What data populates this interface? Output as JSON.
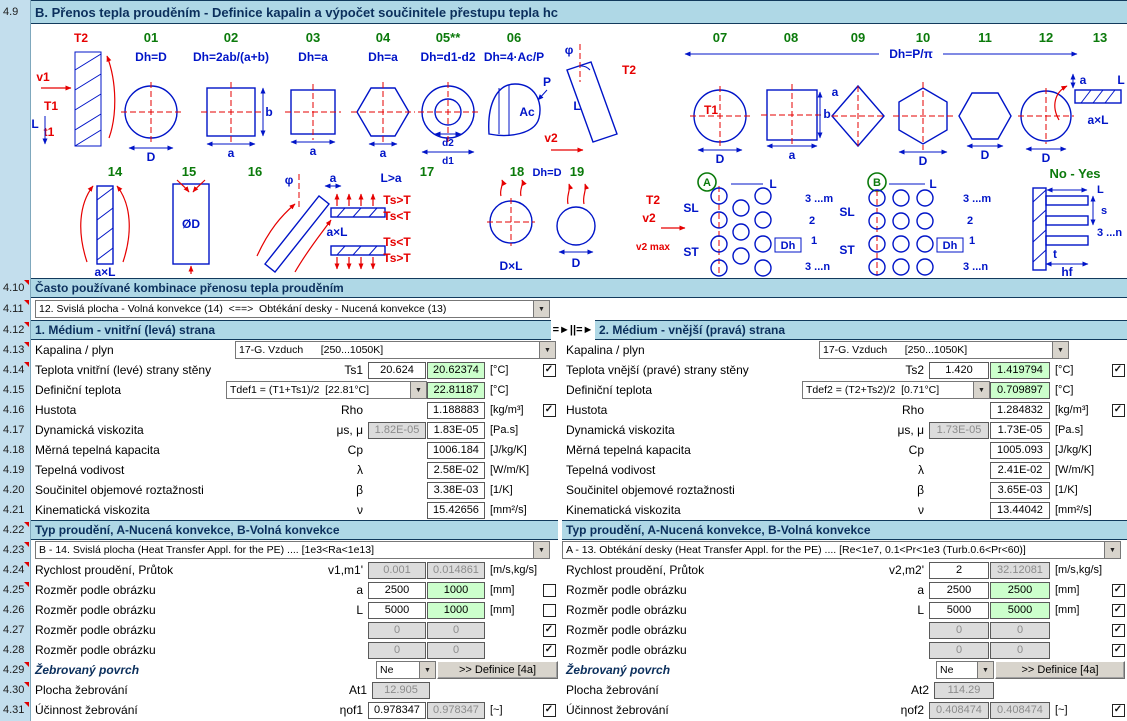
{
  "header": {
    "title": "B. Přenos tepla prouděním - Definice kapalin a výpočet součinitele přestupu tepla hc"
  },
  "rownums": {
    "r49": "4.9",
    "r410": "4.10",
    "r411": "4.11",
    "r412": "4.12",
    "r413": "4.13",
    "r414": "4.14",
    "r415": "4.15",
    "r416": "4.16",
    "r417": "4.17",
    "r418": "4.18",
    "r419": "4.19",
    "r420": "4.20",
    "r421": "4.21",
    "r422": "4.22",
    "r423": "4.23",
    "r424": "4.24",
    "r425": "4.25",
    "r426": "4.26",
    "r427": "4.27",
    "r428": "4.28",
    "r429": "4.29",
    "r430": "4.30",
    "r431": "4.31"
  },
  "common": {
    "header": "Často používané kombinace přenosu tepla prouděním",
    "combo": "12. Svislá plocha - Volná konvekce (14)  <==>  Obtékání desky - Nucená konvekce (13)",
    "flow_symbol": "=►||=►"
  },
  "labels": {
    "fluid": "Kapalina / plyn",
    "def_temp": "Definiční teplota",
    "density": "Hustota",
    "dyn_visc": "Dynamická viskozita",
    "heat_cap": "Měrná tepelná kapacita",
    "conductivity": "Tepelná vodivost",
    "expansion": "Součinitel objemové roztažnosti",
    "kin_visc": "Kinematická viskozita",
    "flow_type": "Typ proudění, A-Nucená konvekce, B-Volná konvekce",
    "velocity": "Rychlost proudění, Průtok",
    "dimension": "Rozměr podle obrázku",
    "finned": "Žebrovaný povrch",
    "fin_area": "Plocha žebrování",
    "fin_eff": "Účinnost žebrování",
    "ne": "Ne",
    "definice": ">> Definice [4a]"
  },
  "units": {
    "c": "[°C]",
    "kgm3": "[kg/m³]",
    "pas": "[Pa.s]",
    "jkgk": "[J/kg/K]",
    "wmk": "[W/m/K]",
    "k1": "[1/K]",
    "mm2s": "[mm²/s]",
    "ms": "[m/s,kg/s]",
    "mm": "[mm]",
    "tilde": "[~]"
  },
  "icons": {
    "dropdown_arrow": "▼",
    "check": "✓"
  },
  "left": {
    "section": "1. Médium - vnitřní (levá) strana",
    "fluid_value": "17-G. Vzduch      [250...1050K]",
    "ts_label": "Teplota vnitřní (levé) strany stěny",
    "tdef_combo": "Tdef1 = (T1+Ts1)/2  [22.81°C]",
    "flow_combo": "B - 14. Svislá plocha (Heat Transfer Appl. for the PE) .... [1e3<Ra<1e13]",
    "sym": {
      "ts": "Ts1",
      "rho": "Rho",
      "visc": "μs, μ",
      "cp": "Cp",
      "lambda": "λ",
      "beta": "β",
      "nu": "ν",
      "vel": "v1,m1'",
      "a": "a",
      "L": "L",
      "At": "At1",
      "eta": "ηof1"
    },
    "val": {
      "ts1": "20.624",
      "ts2": "20.62374",
      "tdef": "22.81187",
      "rho": "1.188883",
      "visc1": "1.82E-05",
      "visc2": "1.83E-05",
      "cp": "1006.184",
      "lambda": "2.58E-02",
      "beta": "3.38E-03",
      "nu": "15.42656",
      "vel1": "0.001",
      "vel2": "0.014861",
      "a1": "2500",
      "a2": "1000",
      "L1": "5000",
      "L2": "1000",
      "d31": "0",
      "d32": "0",
      "d41": "0",
      "d42": "0",
      "At": "12.905",
      "eta1": "0.978347",
      "eta2": "0.978347"
    }
  },
  "right": {
    "section": "2. Médium - vnější (pravá) strana",
    "fluid_value": "17-G. Vzduch      [250...1050K]",
    "ts_label": "Teplota vnější (pravé) strany stěny",
    "tdef_combo": "Tdef2 = (T2+Ts2)/2  [0.71°C]",
    "flow_combo": "A - 13. Obtékání desky (Heat Transfer Appl. for the PE) .... [Re<1e7, 0.1<Pr<1e3 (Turb.0.6<Pr<60)]",
    "sym": {
      "ts": "Ts2",
      "rho": "Rho",
      "visc": "μs, μ",
      "cp": "Cp",
      "lambda": "λ",
      "beta": "β",
      "nu": "ν",
      "vel": "v2,m2'",
      "a": "a",
      "L": "L",
      "At": "At2",
      "eta": "ηof2"
    },
    "val": {
      "ts1": "1.420",
      "ts2": "1.419794",
      "tdef": "0.709897",
      "rho": "1.284832",
      "visc1": "1.73E-05",
      "visc2": "1.73E-05",
      "cp": "1005.093",
      "lambda": "2.41E-02",
      "beta": "3.65E-03",
      "nu": "13.44042",
      "vel1": "2",
      "vel2": "32.12081",
      "a1": "2500",
      "a2": "2500",
      "L1": "5000",
      "L2": "5000",
      "d31": "0",
      "d32": "0",
      "d41": "0",
      "d42": "0",
      "At": "114.29",
      "eta1": "0.408474",
      "eta2": "0.408474"
    }
  },
  "diagram": {
    "num": {
      "n01": "01",
      "n02": "02",
      "n03": "03",
      "n04": "04",
      "n05": "05**",
      "n06": "06",
      "n07": "07",
      "n08": "08",
      "n09": "09",
      "n10": "10",
      "n11": "11",
      "n12": "12",
      "n13": "13",
      "n14": "14",
      "n15": "15",
      "n16": "16",
      "n17": "17",
      "n18": "18",
      "n19": "19"
    },
    "f": {
      "f01": "Dh=D",
      "f02": "Dh=2ab/(a+b)",
      "f03": "Dh=a",
      "f04": "Dh=a",
      "f05": "Dh=d1-d2",
      "f06": "Dh=4·Ac/P",
      "f0712": "Dh=P/π",
      "f18": "Dh=D"
    },
    "lab": {
      "T1": "T1",
      "T2": "T2",
      "v1": "v1",
      "v2": "v2",
      "v2max": "v2 max",
      "t1": "t1",
      "L": "L",
      "D": "D",
      "a": "a",
      "b": "b",
      "d1": "d1",
      "d2": "d2",
      "Ac": "Ac",
      "P": "P",
      "phi": "φ",
      "axL": "a×L",
      "DxL": "D×L",
      "OD": "ØD",
      "Lgta": "L>a",
      "Tshot": "Ts>T",
      "Tscold": "Ts<T",
      "SL": "SL",
      "ST": "ST",
      "Dh": "Dh",
      "m": "3 ...m",
      "n": "3 ...n",
      "one": "1",
      "two": "2",
      "A": "A",
      "B": "B",
      "noyes": "No - Yes",
      "s": "s",
      "t": "t",
      "hf": "hf"
    }
  }
}
